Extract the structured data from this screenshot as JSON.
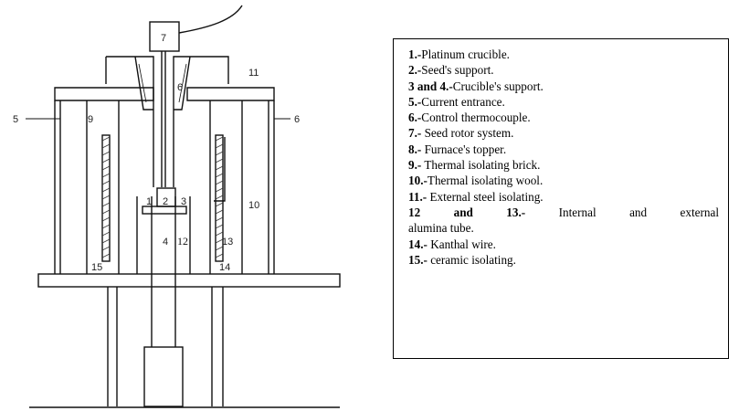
{
  "diagram": {
    "labels": {
      "n1": "1",
      "n2": "2",
      "n3": "3",
      "n4": "4",
      "n5": "5",
      "n6": "6",
      "n6b": "6",
      "n7": "7",
      "n10": "10",
      "n11": "11",
      "n12": "12",
      "n13": "13",
      "n14": "14",
      "n15": "15",
      "n9": "9"
    }
  },
  "legend": {
    "items": [
      {
        "num": "1.-",
        "text": "Platinum crucible."
      },
      {
        "num": "2.-",
        "text": "Seed's support."
      },
      {
        "num": "3 and 4.-",
        "text": "Crucible's support."
      },
      {
        "num": "5.-",
        "text": "Current entrance."
      },
      {
        "num": "6.-",
        "text": "Control thermocouple."
      },
      {
        "num": "7.-",
        "text": " Seed rotor system."
      },
      {
        "num": "8.-",
        "text": " Furnace's topper."
      },
      {
        "num": "9.-",
        "text": " Thermal isolating brick."
      },
      {
        "num": "10.-",
        "text": "Thermal isolating wool."
      },
      {
        "num": "11.-",
        "text": " External steel isolating."
      },
      {
        "num": "12 and 13.-",
        "text": " Internal and external",
        "cont": "alumina tube."
      },
      {
        "num": "14.-",
        "text": " Kanthal wire."
      },
      {
        "num": "15.-",
        "text": " ceramic isolating."
      }
    ]
  }
}
